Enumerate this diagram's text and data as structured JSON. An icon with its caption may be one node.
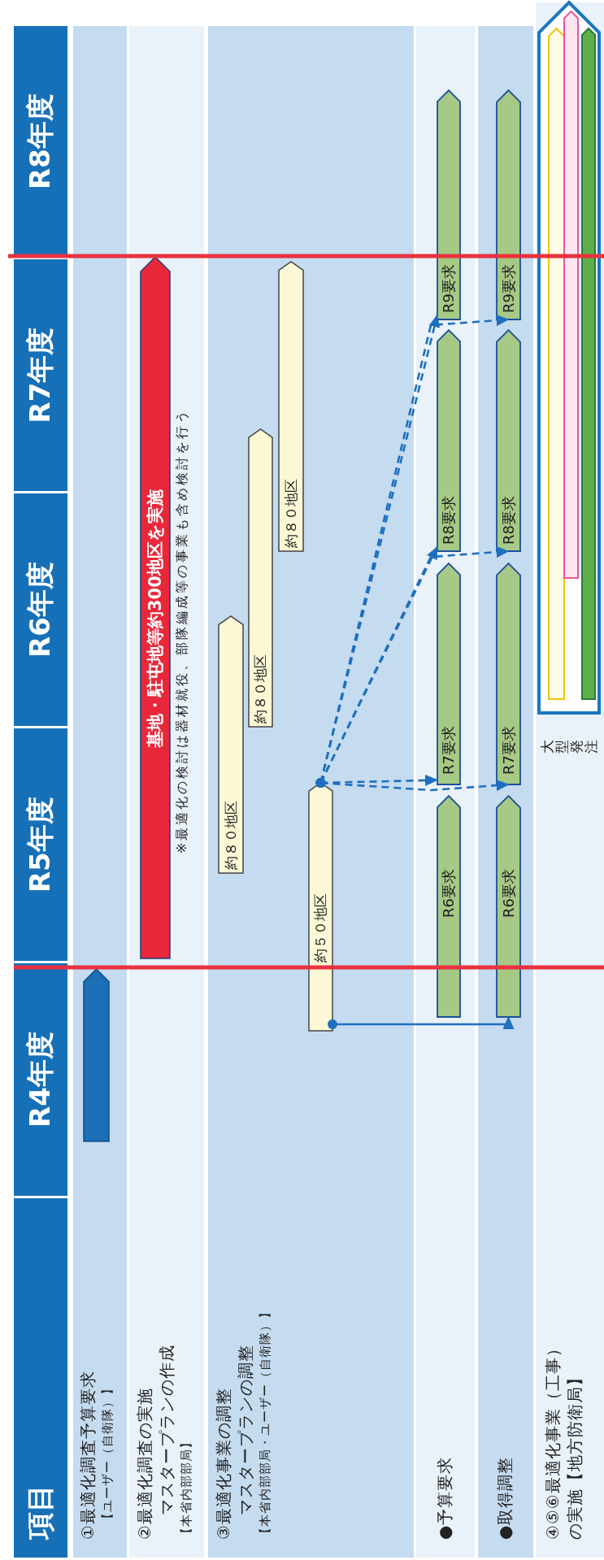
{
  "diagram": {
    "nodes": [
      {
        "text": [
          "項目"
        ]
      },
      {
        "text": [
          "R4年度"
        ]
      },
      {
        "text": [
          "R5年度"
        ]
      },
      {
        "text": [
          "R6年度"
        ]
      },
      {
        "text": [
          "R7年度"
        ]
      },
      {
        "text": [
          "R8年度"
        ]
      },
      {
        "text": [
          "①最適化調査予算要求",
          "【ユーザー（自衛隊）】"
        ]
      },
      {
        "text": [],
        "shape": "bar",
        "in": 6
      },
      {
        "text": [
          "②最適化調査の実施",
          "マスタープランの作成",
          "【本省内部部局】"
        ]
      },
      {
        "text": [
          "基地・駐屯地等約300地区を実施"
        ],
        "beside": [
          "※最適化の検討は器材就役、部隊編成等の事業も含め検討を行う"
        ],
        "in": 8
      },
      {
        "text": [
          "③最適化事業の調整",
          "マスタープランの調整",
          "【本省内部部局・ユーザー（自衛隊）】"
        ]
      },
      {
        "text": [
          "約５０地区"
        ],
        "in": 10
      },
      {
        "text": [
          "約８０地区"
        ],
        "in": 10
      },
      {
        "text": [
          "約８０地区"
        ],
        "in": 10
      },
      {
        "text": [
          "約８０地区"
        ],
        "in": 10
      },
      {
        "text": [
          "●予算要求"
        ]
      },
      {
        "text": [
          "R6要求"
        ],
        "in": 15
      },
      {
        "text": [
          "R7要求"
        ],
        "in": 15
      },
      {
        "text": [
          "R8要求"
        ],
        "in": 15
      },
      {
        "text": [
          "R9要求"
        ],
        "in": 15
      },
      {
        "text": [
          "●取得調整"
        ]
      },
      {
        "text": [
          "R6要求"
        ],
        "in": 20
      },
      {
        "text": [
          "R7要求"
        ],
        "in": 20
      },
      {
        "text": [
          "R8要求"
        ],
        "in": 20
      },
      {
        "text": [
          "R9要求"
        ],
        "in": 20
      },
      {
        "text": [
          "④⑤⑥最適化事業（工事）の実施【地方防衛局】"
        ]
      },
      {
        "text": [],
        "shape": "bar",
        "beside": [
          "大型発注"
        ],
        "in": 25
      },
      {
        "text": [],
        "shape": "bar",
        "in": 26
      },
      {
        "text": [],
        "shape": "bar",
        "in": 26
      },
      {
        "text": [],
        "shape": "bar",
        "in": 26
      }
    ],
    "edges": [
      {
        "from": 11,
        "to": 21,
        "arrow": "to"
      },
      {
        "from": 11,
        "to": 17,
        "arrow": "to",
        "style": "dashed"
      },
      {
        "from": 11,
        "to": 22,
        "arrow": "to",
        "style": "dashed"
      },
      {
        "from": 11,
        "to": 18,
        "arrow": "to",
        "style": "dashed"
      },
      {
        "from": 11,
        "to": 23,
        "arrow": "to",
        "style": "dashed"
      },
      {
        "from": 11,
        "to": 19,
        "arrow": "to",
        "style": "dashed"
      },
      {
        "from": 11,
        "to": 24,
        "arrow": "to",
        "style": "dashed"
      }
    ]
  }
}
